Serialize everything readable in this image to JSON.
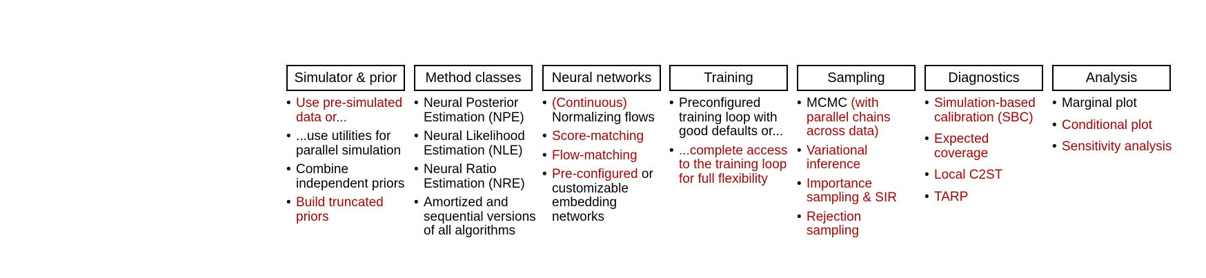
{
  "colors": {
    "highlight": "#b30000",
    "text": "#000000",
    "box_border": "#000000"
  },
  "columns": [
    {
      "header": "Simulator & prior",
      "items": [
        [
          [
            {
              "t": "Use pre-simulated",
              "c": "red"
            }
          ],
          [
            {
              "t": "data or...",
              "c": "red"
            }
          ]
        ],
        [
          [
            {
              "t": "...use utilities for",
              "c": "black"
            }
          ],
          [
            {
              "t": "parallel simulation",
              "c": "black"
            }
          ]
        ],
        [
          [
            {
              "t": "Combine",
              "c": "black"
            }
          ],
          [
            {
              "t": "independent priors",
              "c": "black"
            }
          ]
        ],
        [
          [
            {
              "t": "Build truncated",
              "c": "red"
            }
          ],
          [
            {
              "t": "priors",
              "c": "red"
            }
          ]
        ]
      ]
    },
    {
      "header": "Method classes",
      "items": [
        [
          [
            {
              "t": "Neural Posterior",
              "c": "black"
            }
          ],
          [
            {
              "t": "Estimation (NPE)",
              "c": "black"
            }
          ]
        ],
        [
          [
            {
              "t": "Neural Likelihood",
              "c": "black"
            }
          ],
          [
            {
              "t": "Estimation (NLE)",
              "c": "black"
            }
          ]
        ],
        [
          [
            {
              "t": "Neural Ratio",
              "c": "black"
            }
          ],
          [
            {
              "t": "Estimation (NRE)",
              "c": "black"
            }
          ]
        ],
        [
          [
            {
              "t": "Amortized and",
              "c": "black"
            }
          ],
          [
            {
              "t": "sequential versions",
              "c": "black"
            }
          ],
          [
            {
              "t": "of all algorithms",
              "c": "black"
            }
          ]
        ]
      ]
    },
    {
      "header": "Neural networks",
      "items": [
        [
          [
            {
              "t": "(Continuous)",
              "c": "red"
            }
          ],
          [
            {
              "t": "Normalizing flows",
              "c": "black"
            }
          ]
        ],
        [
          [
            {
              "t": "Score-matching",
              "c": "red"
            }
          ]
        ],
        [
          [
            {
              "t": "Flow-matching",
              "c": "red"
            }
          ]
        ],
        [
          [
            {
              "t": "Pre-configured",
              "c": "red"
            },
            {
              "t": " or",
              "c": "black"
            }
          ],
          [
            {
              "t": "customizable",
              "c": "black"
            }
          ],
          [
            {
              "t": "embedding",
              "c": "black"
            }
          ],
          [
            {
              "t": "networks",
              "c": "black"
            }
          ]
        ]
      ]
    },
    {
      "header": "Training",
      "items": [
        [
          [
            {
              "t": "Preconfigured",
              "c": "black"
            }
          ],
          [
            {
              "t": "training loop with",
              "c": "black"
            }
          ],
          [
            {
              "t": "good defaults or...",
              "c": "black"
            }
          ]
        ],
        [
          [
            {
              "t": "...complete access",
              "c": "red"
            }
          ],
          [
            {
              "t": "to the training loop",
              "c": "red"
            }
          ],
          [
            {
              "t": "for full flexibility",
              "c": "red"
            }
          ]
        ]
      ]
    },
    {
      "header": "Sampling",
      "items": [
        [
          [
            {
              "t": "MCMC ",
              "c": "black"
            },
            {
              "t": "(with",
              "c": "red"
            }
          ],
          [
            {
              "t": "parallel chains",
              "c": "red"
            }
          ],
          [
            {
              "t": "across data)",
              "c": "red"
            }
          ]
        ],
        [
          [
            {
              "t": "Variational",
              "c": "red"
            }
          ],
          [
            {
              "t": "inference",
              "c": "red"
            }
          ]
        ],
        [
          [
            {
              "t": "Importance",
              "c": "red"
            }
          ],
          [
            {
              "t": "sampling & SIR",
              "c": "red"
            }
          ]
        ],
        [
          [
            {
              "t": "Rejection",
              "c": "red"
            }
          ],
          [
            {
              "t": "sampling",
              "c": "red"
            }
          ]
        ]
      ]
    },
    {
      "header": "Diagnostics",
      "items": [
        [
          [
            {
              "t": "Simulation-based",
              "c": "red"
            }
          ],
          [
            {
              "t": "calibration (SBC)",
              "c": "red"
            }
          ]
        ],
        [
          [
            {
              "t": "Expected",
              "c": "red"
            }
          ],
          [
            {
              "t": "coverage",
              "c": "red"
            }
          ]
        ],
        [
          [
            {
              "t": "Local C2ST",
              "c": "red"
            }
          ]
        ],
        [
          [
            {
              "t": "TARP",
              "c": "red"
            }
          ]
        ]
      ]
    },
    {
      "header": "Analysis",
      "items": [
        [
          [
            {
              "t": "Marginal plot",
              "c": "black"
            }
          ]
        ],
        [
          [
            {
              "t": "Conditional plot",
              "c": "red"
            }
          ]
        ],
        [
          [
            {
              "t": "Sensitivity analysis",
              "c": "red"
            }
          ]
        ]
      ]
    }
  ]
}
